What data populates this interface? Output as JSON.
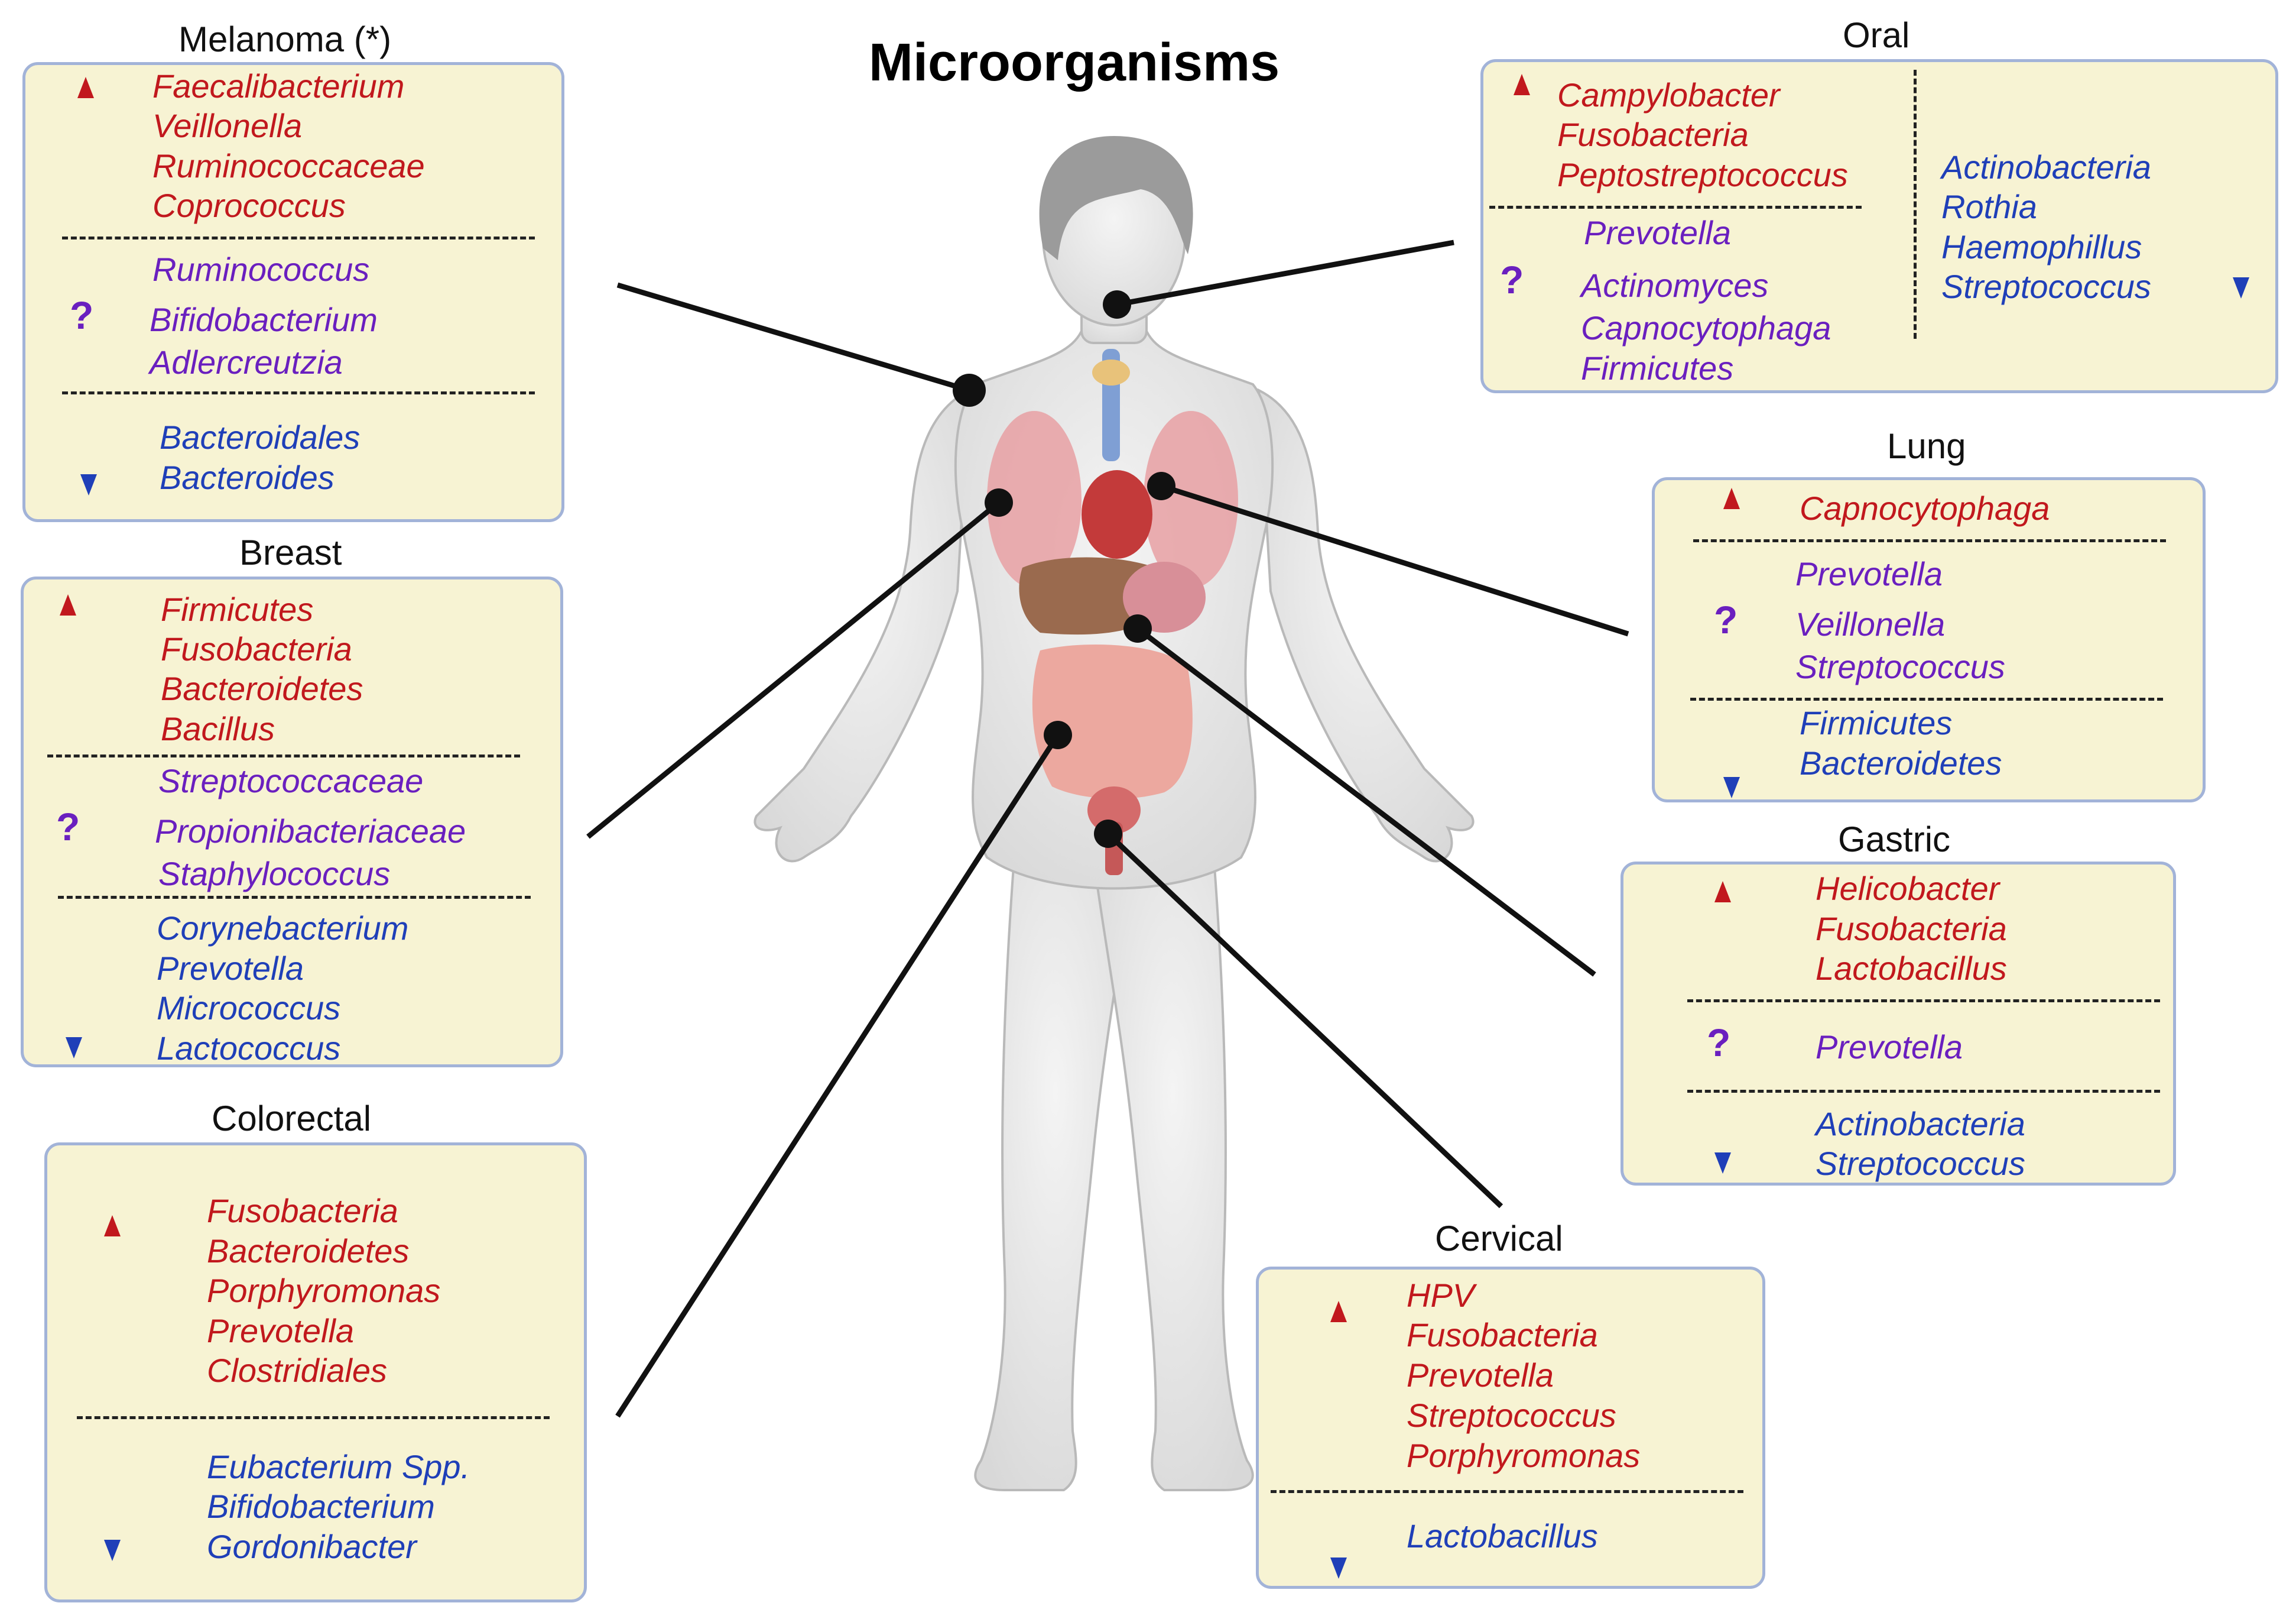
{
  "title": "Microorganisms",
  "colors": {
    "increased": "#c1181d",
    "uncertain": "#6a1fbf",
    "decreased": "#1f3fb8",
    "panel_bg": "#f7f3d3",
    "panel_border": "#a2b3d8"
  },
  "icons": {
    "up": "arrow-up-icon",
    "uncertain": "question-mark-icon",
    "down": "arrow-down-icon"
  },
  "panels": {
    "melanoma": {
      "title": "Melanoma (*)",
      "up": [
        "Faecalibacterium",
        "Veillonella",
        "Ruminococcaceae",
        "Coprococcus"
      ],
      "uncertain_symbol": "?",
      "uncertain": [
        "Ruminococcus",
        "Bifidobacterium",
        "Adlercreutzia"
      ],
      "down": [
        "Bacteroidales",
        "Bacteroides"
      ]
    },
    "breast": {
      "title": "Breast",
      "up": [
        "Firmicutes",
        "Fusobacteria",
        "Bacteroidetes",
        "Bacillus"
      ],
      "uncertain_symbol": "?",
      "uncertain": [
        "Streptococcaceae",
        "Propionibacteriaceae",
        "Staphylococcus"
      ],
      "down": [
        "Corynebacterium",
        "Prevotella",
        "Micrococcus",
        "Lactococcus"
      ]
    },
    "colorectal": {
      "title": "Colorectal",
      "up": [
        "Fusobacteria",
        "Bacteroidetes",
        "Porphyromonas",
        "Prevotella",
        "Clostridiales"
      ],
      "down": [
        "Eubacterium Spp.",
        "Bifidobacterium",
        "Gordonibacter"
      ]
    },
    "oral": {
      "title": "Oral",
      "up": [
        "Campylobacter",
        "Fusobacteria",
        "Peptostreptococcus"
      ],
      "uncertain_symbol": "?",
      "uncertain": [
        "Prevotella",
        "Actinomyces",
        "Capnocytophaga",
        "Firmicutes"
      ],
      "down": [
        "Actinobacteria",
        "Rothia",
        "Haemophillus",
        "Streptococcus"
      ]
    },
    "lung": {
      "title": "Lung",
      "up": [
        "Capnocytophaga"
      ],
      "uncertain_symbol": "?",
      "uncertain": [
        "Prevotella",
        "Veillonella",
        "Streptococcus"
      ],
      "down": [
        "Firmicutes",
        "Bacteroidetes"
      ]
    },
    "gastric": {
      "title": "Gastric",
      "up": [
        "Helicobacter",
        "Fusobacteria",
        "Lactobacillus"
      ],
      "uncertain_symbol": "?",
      "uncertain": [
        "Prevotella"
      ],
      "down": [
        "Actinobacteria",
        "Streptococcus"
      ]
    },
    "cervical": {
      "title": "Cervical",
      "up": [
        "HPV",
        "Fusobacteria",
        "Prevotella",
        "Streptococcus",
        "Porphyromonas"
      ],
      "down": [
        "Lactobacillus"
      ]
    }
  }
}
